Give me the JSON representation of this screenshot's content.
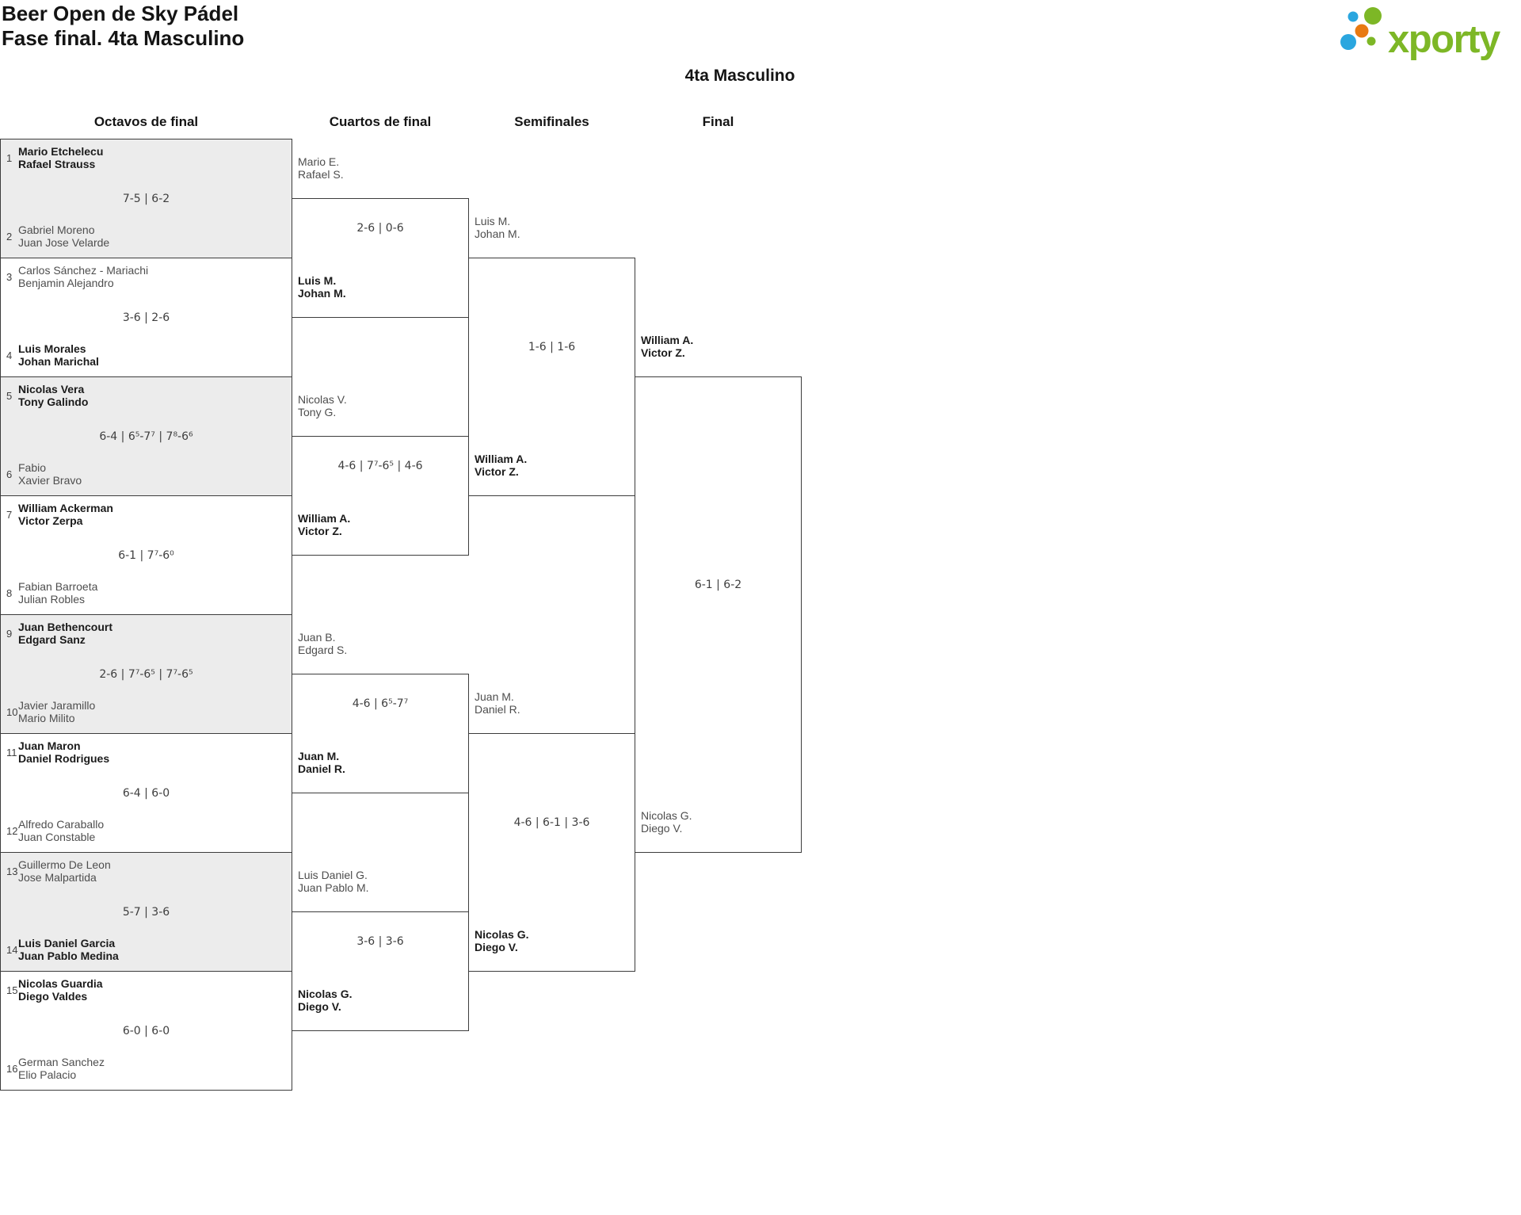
{
  "header": {
    "tournament": "Beer Open de Sky Pádel",
    "phase": "Fase final. 4ta Masculino",
    "category": "4ta Masculino"
  },
  "logo": {
    "text": "xporty",
    "green": "#7DB726",
    "blue": "#2AA6DF",
    "orange": "#E87A12"
  },
  "colors": {
    "border": "#3C3C3C",
    "shaded_match": "#ECECEC",
    "winner_text": "#1B1B1B",
    "loser_text": "#4E4E4E",
    "score_text": "#3E3E3E"
  },
  "bracket": {
    "rounds": [
      {
        "name": "Octavos de final",
        "matches": [
          {
            "seed1": "1",
            "team1": [
              "Mario Etchelecu",
              "Rafael Strauss"
            ],
            "score": "7-5 | 6-2",
            "seed2": "2",
            "team2": [
              "Gabriel Moreno",
              "Juan Jose Velarde"
            ],
            "winner": "team1"
          },
          {
            "seed1": "3",
            "team1": [
              "Carlos Sánchez - Mariachi",
              "Benjamin Alejandro"
            ],
            "score": "3-6 | 2-6",
            "seed2": "4",
            "team2": [
              "Luis Morales",
              "Johan Marichal"
            ],
            "winner": "team2"
          },
          {
            "seed1": "5",
            "team1": [
              "Nicolas Vera",
              "Tony Galindo"
            ],
            "score": "6-4 | 6⁵-7⁷ | 7⁸-6⁶",
            "seed2": "6",
            "team2": [
              "Fabio",
              "Xavier Bravo"
            ],
            "winner": "team1"
          },
          {
            "seed1": "7",
            "team1": [
              "William Ackerman",
              "Victor Zerpa"
            ],
            "score": "6-1 | 7⁷-6⁰",
            "seed2": "8",
            "team2": [
              "Fabian Barroeta",
              "Julian Robles"
            ],
            "winner": "team1"
          },
          {
            "seed1": "9",
            "team1": [
              "Juan Bethencourt",
              "Edgard Sanz"
            ],
            "score": "2-6 | 7⁷-6⁵ | 7⁷-6⁵",
            "seed2": "10",
            "team2": [
              "Javier Jaramillo",
              "Mario Milito"
            ],
            "winner": "team1"
          },
          {
            "seed1": "11",
            "team1": [
              "Juan Maron",
              "Daniel Rodrigues"
            ],
            "score": "6-4 | 6-0",
            "seed2": "12",
            "team2": [
              "Alfredo Caraballo",
              "Juan Constable"
            ],
            "winner": "team1"
          },
          {
            "seed1": "13",
            "team1": [
              "Guillermo De Leon",
              "Jose Malpartida"
            ],
            "score": "5-7 | 3-6",
            "seed2": "14",
            "team2": [
              "Luis Daniel Garcia",
              "Juan Pablo Medina"
            ],
            "winner": "team2"
          },
          {
            "seed1": "15",
            "team1": [
              "Nicolas Guardia",
              "Diego Valdes"
            ],
            "score": "6-0 | 6-0",
            "seed2": "16",
            "team2": [
              "German Sanchez",
              "Elio Palacio"
            ],
            "winner": "team1"
          }
        ]
      },
      {
        "name": "Cuartos de final",
        "matches": [
          {
            "team1": [
              "Mario E.",
              "Rafael S."
            ],
            "score": "2-6 | 0-6",
            "team2": [
              "Luis M.",
              "Johan M."
            ],
            "winner": "team2"
          },
          {
            "team1": [
              "Nicolas V.",
              "Tony G."
            ],
            "score": "4-6 | 7⁷-6⁵ | 4-6",
            "team2": [
              "William A.",
              "Victor Z."
            ],
            "winner": "team2"
          },
          {
            "team1": [
              "Juan B.",
              "Edgard S."
            ],
            "score": "4-6 | 6⁵-7⁷",
            "team2": [
              "Juan M.",
              "Daniel R."
            ],
            "winner": "team2"
          },
          {
            "team1": [
              "Luis Daniel G.",
              "Juan Pablo M."
            ],
            "score": "3-6 | 3-6",
            "team2": [
              "Nicolas G.",
              "Diego V."
            ],
            "winner": "team2"
          }
        ]
      },
      {
        "name": "Semifinales",
        "matches": [
          {
            "team1": [
              "Luis M.",
              "Johan M."
            ],
            "score": "1-6 | 1-6",
            "team2": [
              "William A.",
              "Victor Z."
            ],
            "winner": "team2"
          },
          {
            "team1": [
              "Juan M.",
              "Daniel R."
            ],
            "score": "4-6 | 6-1 | 3-6",
            "team2": [
              "Nicolas G.",
              "Diego V."
            ],
            "winner": "team2"
          }
        ]
      },
      {
        "name": "Final",
        "matches": [
          {
            "team1": [
              "William A.",
              "Victor Z."
            ],
            "score": "6-1 | 6-2",
            "team2": [
              "Nicolas G.",
              "Diego V."
            ],
            "winner": "team1"
          }
        ]
      }
    ]
  }
}
